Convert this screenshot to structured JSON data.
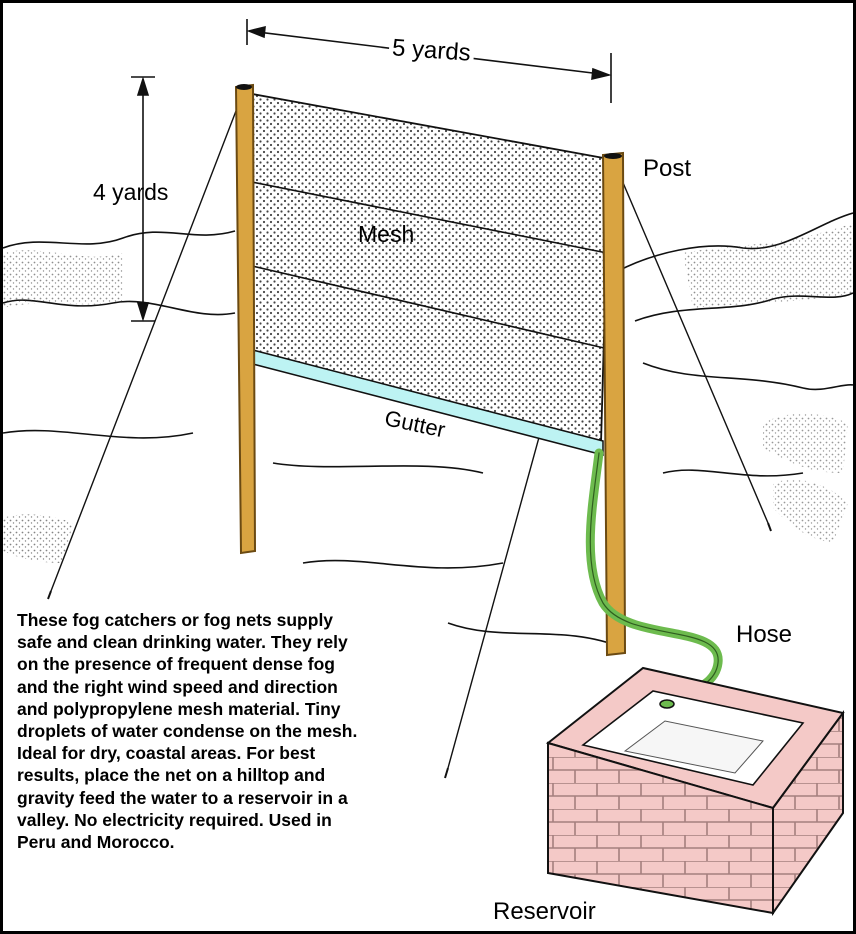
{
  "labels": {
    "width": "5 yards",
    "height": "4 yards",
    "post": "Post",
    "mesh": "Mesh",
    "gutter": "Gutter",
    "hose": "Hose",
    "reservoir": "Reservoir"
  },
  "caption": [
    "These fog catchers or fog nets supply",
    "safe and clean drinking water.  They rely",
    "on the presence of frequent dense fog",
    "and the right wind speed and direction",
    "and polypropylene mesh material.  Tiny",
    "droplets of water condense on the mesh.",
    "Ideal for dry, coastal areas.  For best",
    "results, place the net on a hilltop and",
    "gravity feed the water to a reservoir in a",
    "valley.  No electricity required.  Used in",
    "Peru and Morocco."
  ],
  "colors": {
    "post": "#d9a441",
    "post_edge": "#6b4a12",
    "gutter": "#bdf3f3",
    "hose": "#6dbb4e",
    "hose_edge": "#2f5e1f",
    "brick": "#f4c9c7",
    "mortar": "#b98f8e",
    "ground": "#ffffff",
    "ink": "#000000"
  }
}
